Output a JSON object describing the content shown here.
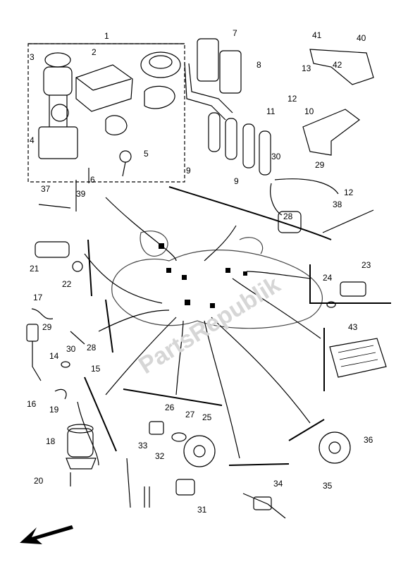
{
  "diagram": {
    "watermark": "PartsRepublik",
    "callouts": [
      "1",
      "2",
      "3",
      "4",
      "5",
      "6",
      "7",
      "8",
      "9",
      "9",
      "10",
      "11",
      "12",
      "12",
      "13",
      "14",
      "15",
      "16",
      "17",
      "18",
      "19",
      "20",
      "21",
      "22",
      "23",
      "24",
      "25",
      "26",
      "27",
      "28",
      "28",
      "29",
      "29",
      "30",
      "30",
      "31",
      "32",
      "33",
      "34",
      "35",
      "36",
      "37",
      "38",
      "39",
      "40",
      "41",
      "42",
      "43"
    ]
  }
}
